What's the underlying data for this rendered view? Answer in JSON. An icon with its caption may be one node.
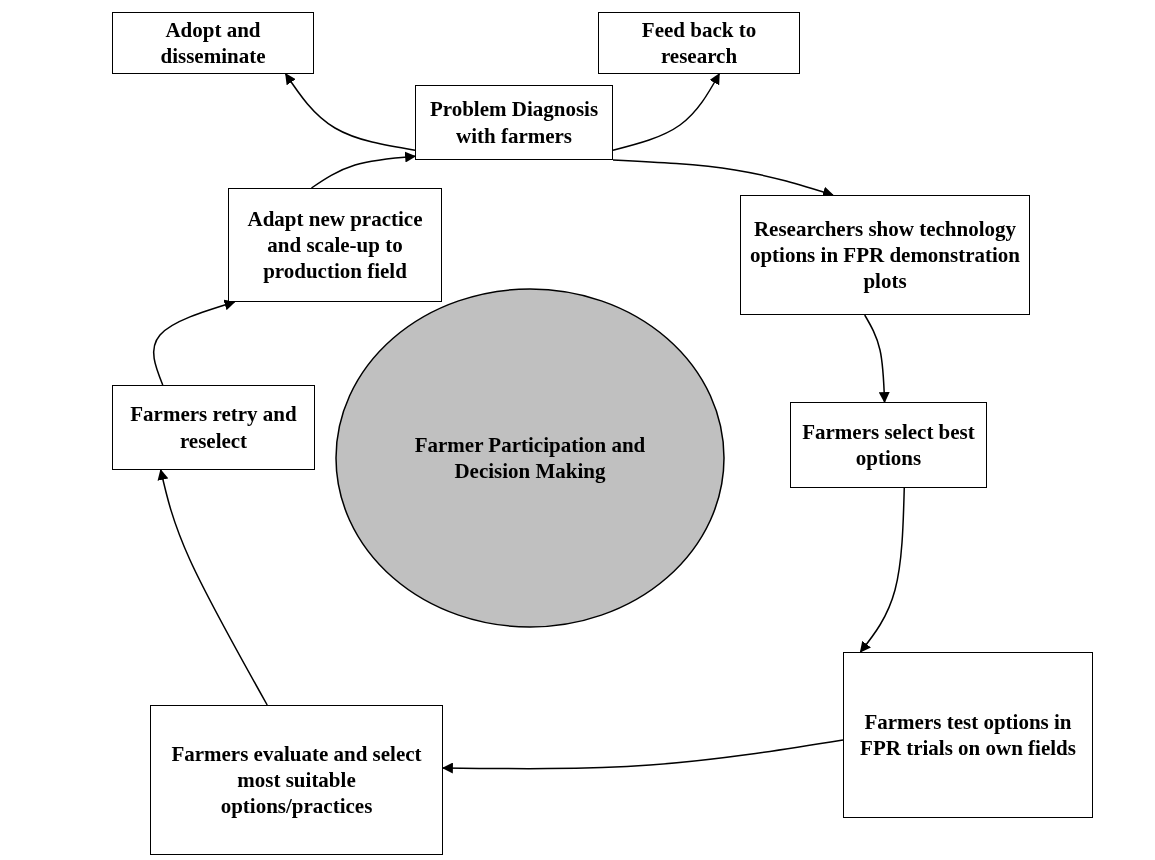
{
  "diagram": {
    "nodes": [
      {
        "text": [
          "Adopt and disseminate"
        ]
      },
      {
        "text": [
          "Feed back to research"
        ]
      },
      {
        "text": [
          "Problem Diagnosis with farmers"
        ]
      },
      {
        "text": [
          "Adapt new practice and scale-up to production field"
        ]
      },
      {
        "text": [
          "Researchers show technology options in FPR demonstration plots"
        ]
      },
      {
        "text": [
          "Farmer Participation and Decision Making"
        ]
      },
      {
        "text": [
          "Farmers retry and reselect"
        ]
      },
      {
        "text": [
          "Farmers select best options"
        ]
      },
      {
        "text": [
          "Farmers evaluate and select most suitable options/practices"
        ]
      },
      {
        "text": [
          "Farmers test options in FPR trials on own fields"
        ]
      }
    ],
    "edges": [
      {
        "from": 2,
        "to": 0,
        "arrow": "to"
      },
      {
        "from": 2,
        "to": 1,
        "arrow": "to"
      },
      {
        "from": 2,
        "to": 4,
        "arrow": "to"
      },
      {
        "from": 3,
        "to": 2,
        "arrow": "to"
      },
      {
        "from": 4,
        "to": 7,
        "arrow": "to"
      },
      {
        "from": 7,
        "to": 9,
        "arrow": "to"
      },
      {
        "from": 9,
        "to": 8,
        "arrow": "to"
      },
      {
        "from": 8,
        "to": 6,
        "arrow": "to"
      },
      {
        "from": 6,
        "to": 3,
        "arrow": "to"
      }
    ]
  }
}
